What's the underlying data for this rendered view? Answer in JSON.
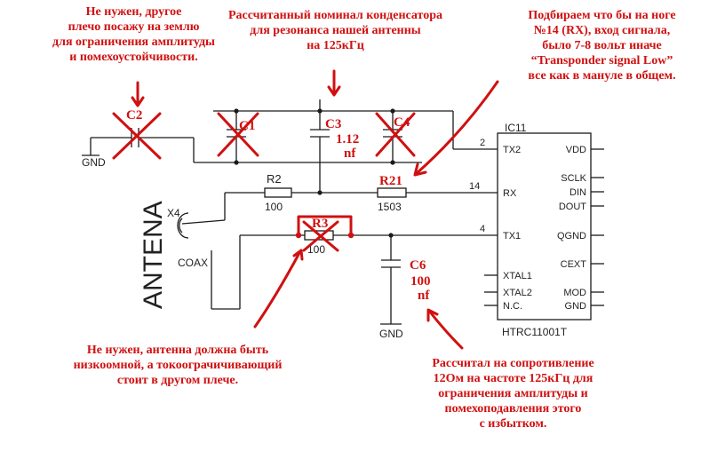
{
  "annotations": {
    "top_left": "Не нужен, другое\nплечо посажу на землю\nдля ограничения амплитуды\nи помехоустойчивости.",
    "top_center": "Рассчитанный номинал конденсатора\nдля резонанса нашей антенны\nна 125кГц",
    "top_right": "Подбираем что бы на ноге\n№14 (RX), вход сигнала,\nбыло 7-8 вольт иначе\n“Transponder signal Low”\nвсе как в мануле в общем.",
    "bottom_left": "Не нужен, антенна должна быть\nнизкоомной, а токоограчичивающий\nстоит в другом плече.",
    "bottom_right": "Рассчитал на сопротивление\n12Ом на частоте 125кГц для\nограничения амплитуды и\nпомехоподавления этого\nс избытком."
  },
  "schematic": {
    "antenna_label": "ANTENA",
    "connector": {
      "name": "X4",
      "type": "COAX"
    },
    "gnd_label": "GND",
    "components": {
      "c1": "C1",
      "c2": "C2",
      "c3": "C3",
      "c3_value": "1.12",
      "c3_unit": "nf",
      "c4": "C4",
      "c6": "C6",
      "c6_value": "100",
      "c6_unit": "nf",
      "r2": "R2",
      "r2_value": "100",
      "r21": "R21",
      "r21_value": "1503",
      "r3": "R3",
      "r3_value": "100"
    },
    "ic": {
      "name": "IC11",
      "part": "HTRC11001T",
      "pins_left": [
        "TX2",
        "RX",
        "TX1",
        "XTAL1",
        "XTAL2",
        "N.C."
      ],
      "pins_right": [
        "VDD",
        "SCLK",
        "DIN",
        "DOUT",
        "QGND",
        "CEXT",
        "MOD",
        "GND"
      ],
      "pin_numbers": {
        "tx2": "2",
        "rx": "14",
        "tx1": "4"
      }
    },
    "colors": {
      "annotation": "#d01010",
      "wire": "#1a1a1a"
    }
  }
}
